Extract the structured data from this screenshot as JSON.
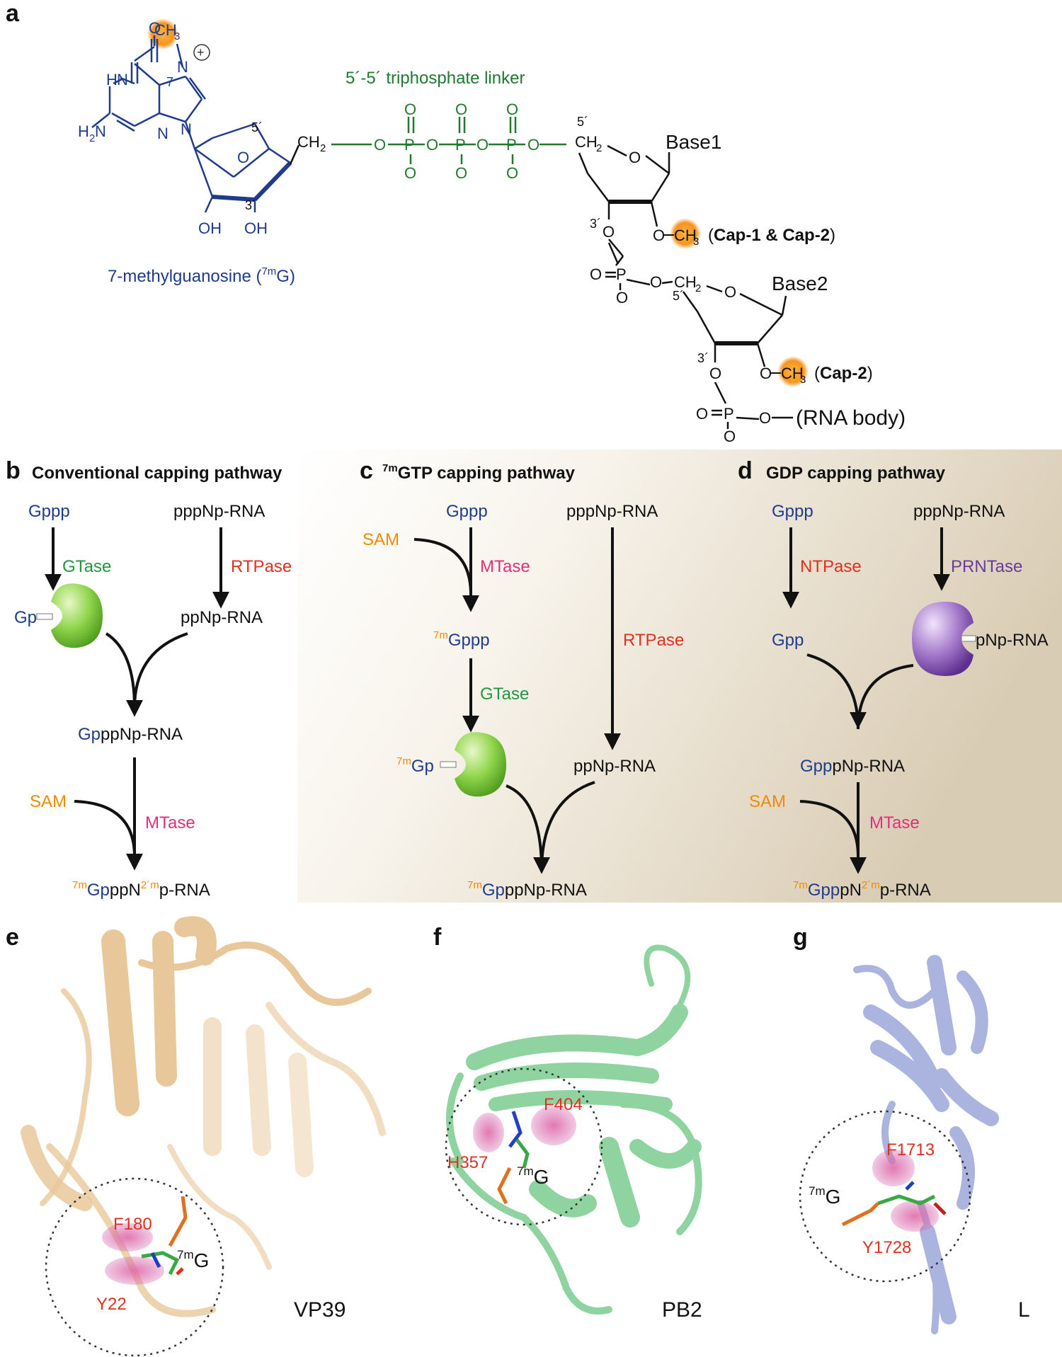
{
  "colors": {
    "blue": "#1f3c8c",
    "green": "#1f7a2e",
    "enzyme_green": "#2ea043",
    "red": "#e0301e",
    "orange": "#f08a00",
    "magenta": "#e0307a",
    "purple": "#6a3a9c",
    "black": "#111111",
    "highlight": "#f7941d",
    "protein_tan": "#e8c89a",
    "protein_green": "#8fd3a0",
    "protein_blue": "#aab4de"
  },
  "panel_letters": {
    "a": "a",
    "b": "b",
    "c": "c",
    "d": "d",
    "e": "e",
    "f": "f",
    "g": "g"
  },
  "panel_a": {
    "linker_label": "5´-5´ triphosphate linker",
    "m7g_caption": "7-methylguanosine (",
    "m7g_caption_sup": "7m",
    "m7g_caption_end": "G)",
    "atoms": {
      "O": "O",
      "N": "N",
      "NH": "N",
      "H": "H",
      "H2N": "H",
      "N7": "7",
      "CH3": "CH",
      "CH3_sub": "3",
      "CH2": "CH",
      "CH2_sub": "2",
      "OH": "OH",
      "P": "P",
      "O_minus": "O",
      "prime5": "5´",
      "prime3": "3´"
    },
    "base1": "Base1",
    "base2": "Base2",
    "cap12_label": "Cap-1 & Cap-2",
    "cap2_label": "Cap-2",
    "rna_body": "(RNA body)",
    "paren_open": "(",
    "paren_close": ")"
  },
  "panel_b": {
    "title": "Conventional capping pathway",
    "gppp": "Gppp",
    "pppnp": "pppNp-RNA",
    "gtase": "GTase",
    "rtpase": "RTPase",
    "gp": "Gp",
    "ppnp": "ppNp-RNA",
    "product1_a": "Gp",
    "product1_b": "ppNp-RNA",
    "sam": "SAM",
    "mtase": "MTase",
    "final_sup1": "7m",
    "final_a": "Gp",
    "final_b": "ppN",
    "final_sup2": "2´m",
    "final_c": "p-RNA"
  },
  "panel_c": {
    "title_sup": "7m",
    "title": "GTP capping pathway",
    "gppp": "Gppp",
    "pppnp": "pppNp-RNA",
    "sam": "SAM",
    "mtase": "MTase",
    "m7gppp_sup": "7m",
    "m7gppp": "Gppp",
    "rtpase": "RTPase",
    "gtase": "GTase",
    "m7gp_sup": "7m",
    "m7gp": "Gp",
    "ppnp": "ppNp-RNA",
    "final_sup": "7m",
    "final_a": "Gp",
    "final_b": "ppNp-RNA"
  },
  "panel_d": {
    "title": "GDP capping pathway",
    "gppp": "Gppp",
    "pppnp": "pppNp-RNA",
    "ntpase": "NTPase",
    "prntase": "PRNTase",
    "gpp": "Gpp",
    "pnp": "pNp-RNA",
    "product1_a": "Gpp",
    "product1_b": "pNp-RNA",
    "sam": "SAM",
    "mtase": "MTase",
    "final_sup1": "7m",
    "final_a": "Gpp",
    "final_b": "pN",
    "final_sup2": "2´m",
    "final_c": "p-RNA"
  },
  "panel_e": {
    "protein": "VP39",
    "res1": "F180",
    "res2": "Y22",
    "ligand_sup": "7m",
    "ligand": "G"
  },
  "panel_f": {
    "protein": "PB2",
    "res1": "F404",
    "res2": "H357",
    "ligand_sup": "7m",
    "ligand": "G"
  },
  "panel_g": {
    "protein": "L",
    "res1": "F1713",
    "res2": "Y1728",
    "ligand_sup": "7m",
    "ligand": "G"
  }
}
